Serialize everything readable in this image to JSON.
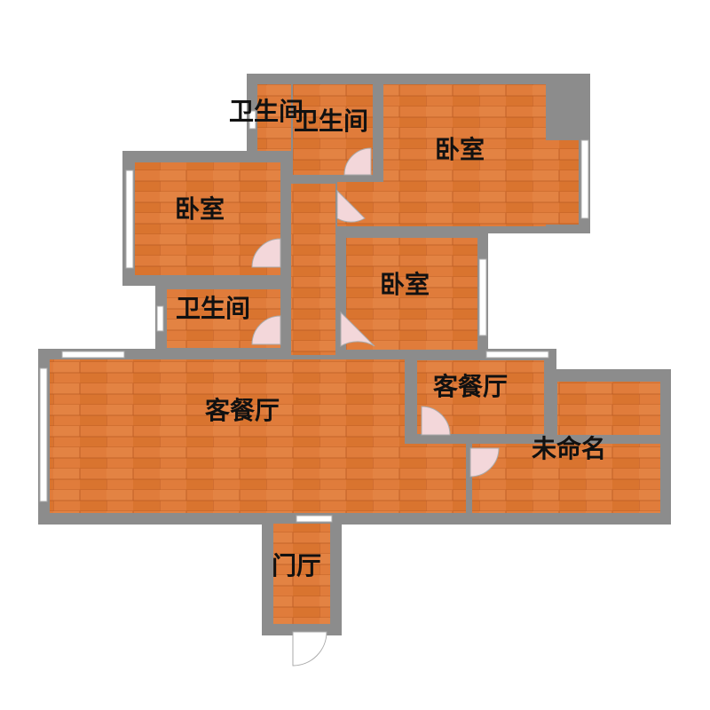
{
  "colors": {
    "wall": "#8c8c8c",
    "floor": "#e07c3b",
    "floor_alt": "#d66d2f",
    "floor_line": "#b85a22",
    "window": "#ffffff",
    "door_fill": "#f3d7da",
    "door_line": "#aaaaaa",
    "label": "#111111"
  },
  "rooms": {
    "bath_top_small": "卫生间",
    "bath_top": "卫生间",
    "bedroom_master": "卧室",
    "bedroom_left": "卧室",
    "bedroom_mid": "卧室",
    "bath_left": "卫生间",
    "living_dining": "客餐厅",
    "living_dining_small": "客餐厅",
    "unnamed": "未命名",
    "foyer": "门厅"
  }
}
